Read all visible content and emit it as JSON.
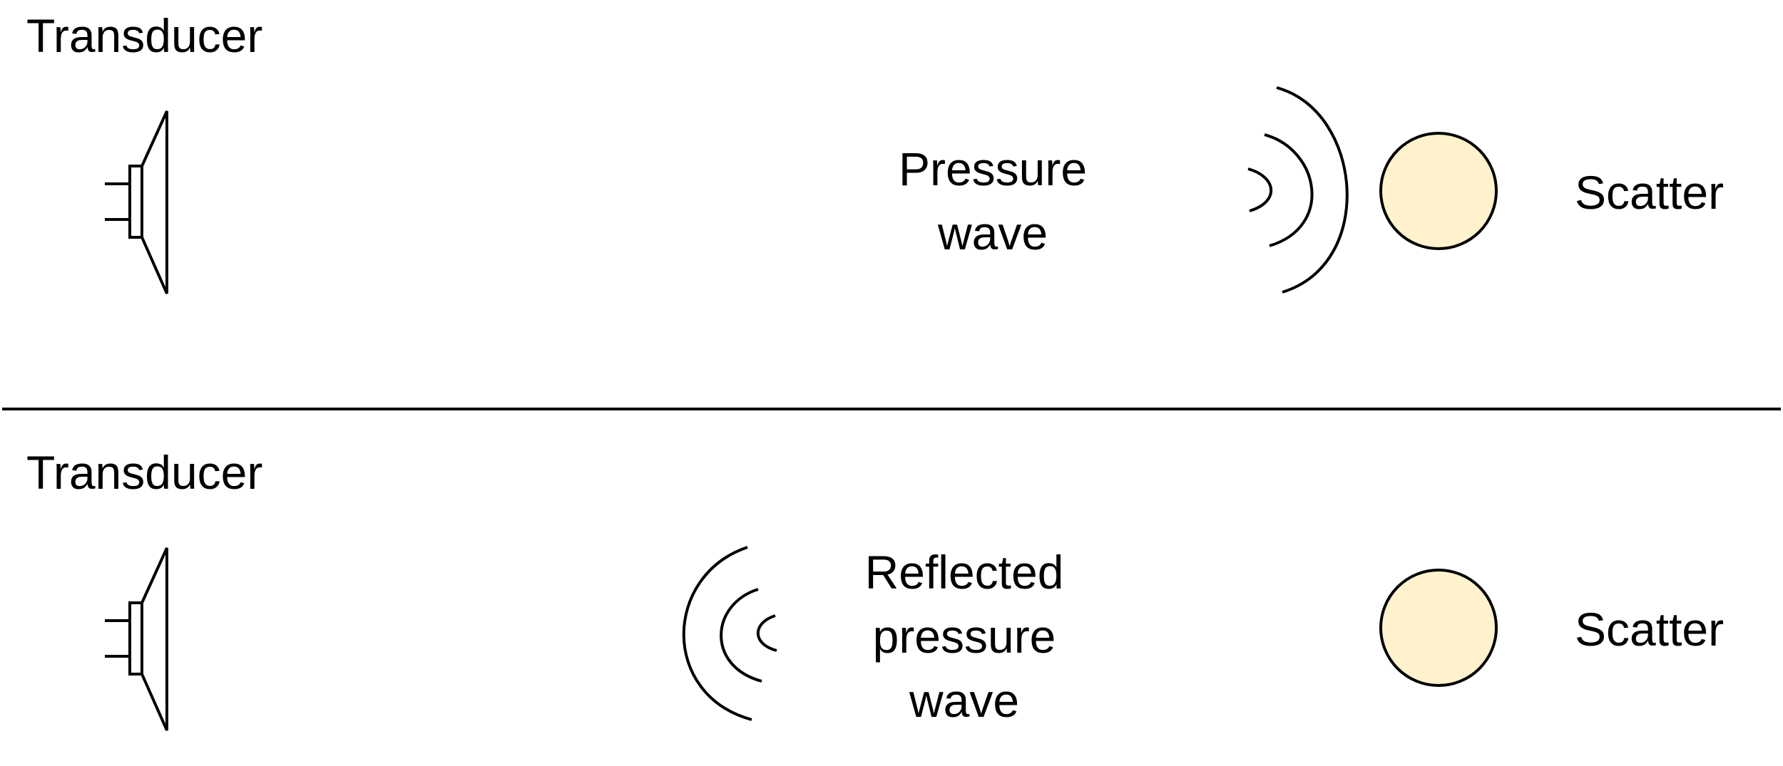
{
  "top_panel": {
    "transducer_label": "Transducer",
    "wave_label_lines": [
      "Pressure",
      "wave"
    ],
    "scatter_label": "Scatter"
  },
  "bottom_panel": {
    "transducer_label": "Transducer",
    "wave_label_lines": [
      "Reflected",
      "pressure",
      "wave"
    ],
    "scatter_label": "Scatter"
  },
  "colors": {
    "scatter_fill": "#FFF2CC",
    "stroke": "#000000",
    "background": "#FFFFFF"
  },
  "icons": [
    "transducer-icon",
    "scatter-circle",
    "wave-arcs"
  ]
}
